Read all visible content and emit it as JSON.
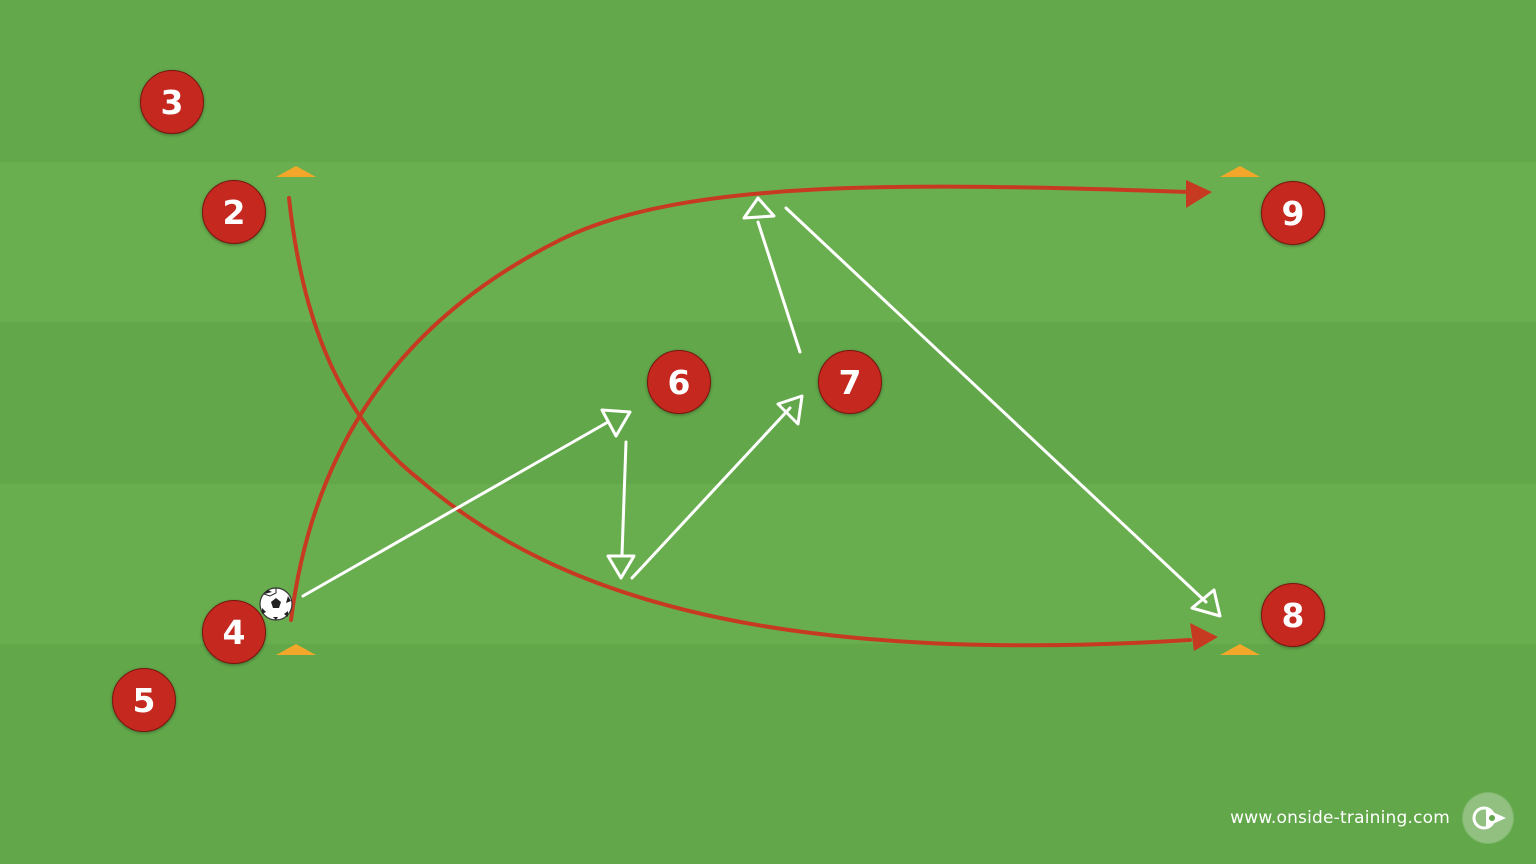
{
  "pitch": {
    "colors": {
      "light": "#6cb050",
      "dark": "#5fa347",
      "pass": "#ffffff",
      "run": "#c73a22",
      "cone": "#f3a72a",
      "player": "#c4281e"
    }
  },
  "players": [
    {
      "label": "3"
    },
    {
      "label": "2"
    },
    {
      "label": "9"
    },
    {
      "label": "6"
    },
    {
      "label": "7"
    },
    {
      "label": "4"
    },
    {
      "label": "8"
    },
    {
      "label": "5"
    }
  ],
  "icons": {
    "ball": "soccer-ball-icon",
    "cone": "cone-icon",
    "logo": "onside-training-logo-icon"
  },
  "footer": {
    "url": "www.onside-training.com"
  }
}
